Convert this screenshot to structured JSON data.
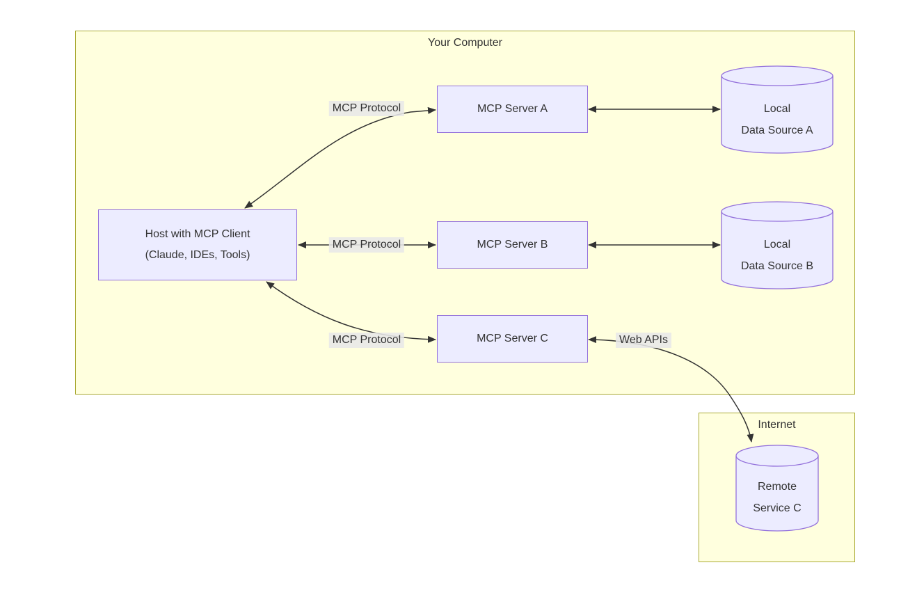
{
  "clusters": {
    "computer": {
      "label": "Your Computer"
    },
    "internet": {
      "label": "Internet"
    }
  },
  "nodes": {
    "host": {
      "line1": "Host with MCP Client",
      "line2": "(Claude, IDEs, Tools)"
    },
    "server_a": {
      "label": "MCP Server A"
    },
    "server_b": {
      "label": "MCP Server B"
    },
    "server_c": {
      "label": "MCP Server C"
    },
    "ds_a": {
      "line1": "Local",
      "line2": "Data Source A"
    },
    "ds_b": {
      "line1": "Local",
      "line2": "Data Source B"
    },
    "remote_c": {
      "line1": "Remote",
      "line2": "Service C"
    }
  },
  "edge_labels": {
    "protocol_a": "MCP Protocol",
    "protocol_b": "MCP Protocol",
    "protocol_c": "MCP Protocol",
    "web_apis": "Web APIs"
  },
  "colors": {
    "background": "#ffffff",
    "cluster_fill": "#ffffde",
    "cluster_border": "#aaaa33",
    "node_fill": "#ECECFF",
    "node_border": "#9370DB",
    "edge_stroke": "#333333",
    "text": "#333333",
    "edge_label_bg": "#e8e8e8"
  }
}
